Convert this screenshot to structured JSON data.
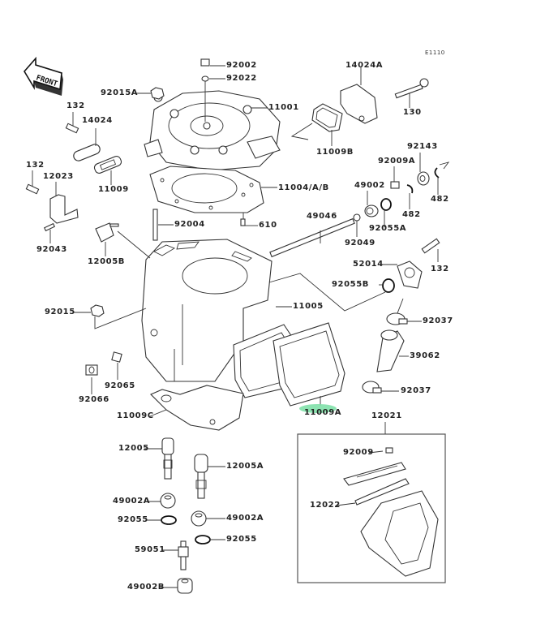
{
  "diagram": {
    "title": "Cylinder / Cylinder Head Parts Diagram",
    "code": "E1110",
    "front_arrow": "FRONT",
    "highlight_color": "#7fe0a8",
    "highlighted_part": "11009A",
    "parts": [
      {
        "id": "92002"
      },
      {
        "id": "92022"
      },
      {
        "id": "92015A"
      },
      {
        "id": "11001"
      },
      {
        "id": "132a",
        "label": "132"
      },
      {
        "id": "14024"
      },
      {
        "id": "11009"
      },
      {
        "id": "132b",
        "label": "132"
      },
      {
        "id": "12023"
      },
      {
        "id": "92043"
      },
      {
        "id": "14024A"
      },
      {
        "id": "130"
      },
      {
        "id": "11009B"
      },
      {
        "id": "92143"
      },
      {
        "id": "92009A"
      },
      {
        "id": "49002"
      },
      {
        "id": "482a",
        "label": "482"
      },
      {
        "id": "482b",
        "label": "482"
      },
      {
        "id": "11004/A/B"
      },
      {
        "id": "610"
      },
      {
        "id": "92004"
      },
      {
        "id": "12005B"
      },
      {
        "id": "49046"
      },
      {
        "id": "92049"
      },
      {
        "id": "92055A"
      },
      {
        "id": "52014"
      },
      {
        "id": "132c",
        "label": "132"
      },
      {
        "id": "92055B"
      },
      {
        "id": "92015"
      },
      {
        "id": "11005"
      },
      {
        "id": "92037a",
        "label": "92037"
      },
      {
        "id": "39062"
      },
      {
        "id": "92065"
      },
      {
        "id": "92066"
      },
      {
        "id": "92037b",
        "label": "92037"
      },
      {
        "id": "11009C"
      },
      {
        "id": "11009A"
      },
      {
        "id": "12021"
      },
      {
        "id": "92009"
      },
      {
        "id": "12022"
      },
      {
        "id": "12005"
      },
      {
        "id": "12005A"
      },
      {
        "id": "49002A-1",
        "label": "49002A"
      },
      {
        "id": "92055-1",
        "label": "92055"
      },
      {
        "id": "49002A-2",
        "label": "49002A"
      },
      {
        "id": "92055-2",
        "label": "92055"
      },
      {
        "id": "59051"
      },
      {
        "id": "49002B"
      }
    ]
  },
  "labels": {
    "p92002": "92002",
    "p92022": "92022",
    "p92015A": "92015A",
    "p11001": "11001",
    "p132a": "132",
    "p14024": "14024",
    "p11009": "11009",
    "p132b": "132",
    "p12023": "12023",
    "p92043": "92043",
    "p14024A": "14024A",
    "p130": "130",
    "p11009B": "11009B",
    "p92143": "92143",
    "p92009A": "92009A",
    "p49002": "49002",
    "p482a": "482",
    "p482b": "482",
    "p11004": "11004/A/B",
    "p610": "610",
    "p92004": "92004",
    "p12005B": "12005B",
    "p49046": "49046",
    "p92049": "92049",
    "p92055A": "92055A",
    "p52014": "52014",
    "p132c": "132",
    "p92055B": "92055B",
    "p92015": "92015",
    "p11005": "11005",
    "p92037a": "92037",
    "p39062": "39062",
    "p92065": "92065",
    "p92066": "92066",
    "p92037b": "92037",
    "p11009C": "11009C",
    "p11009A": "11009A",
    "p12021": "12021",
    "p92009": "92009",
    "p12022": "12022",
    "p12005": "12005",
    "p12005A": "12005A",
    "p49002A1": "49002A",
    "p92055_1": "92055",
    "p49002A2": "49002A",
    "p92055_2": "92055",
    "p59051": "59051",
    "p49002B": "49002B"
  }
}
